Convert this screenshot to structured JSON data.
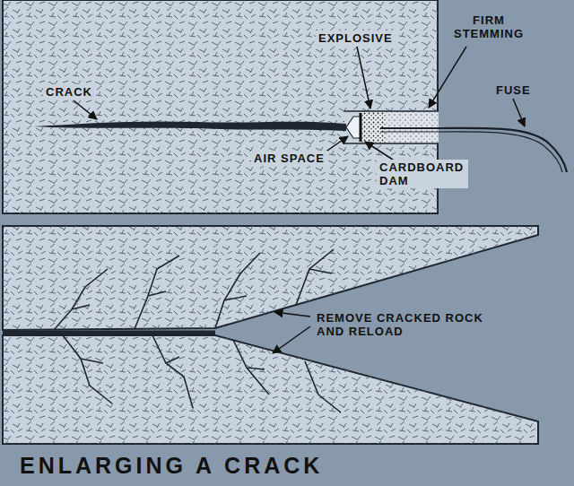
{
  "diagram": {
    "caption": "ENLARGING A CRACK",
    "labels": [
      "CRACK",
      "EXPLOSIVE",
      "FIRM STEMMING",
      "FUSE",
      "AIR SPACE",
      "CARDBOARD DAM",
      "REMOVE CRACKED ROCK AND RELOAD"
    ]
  }
}
